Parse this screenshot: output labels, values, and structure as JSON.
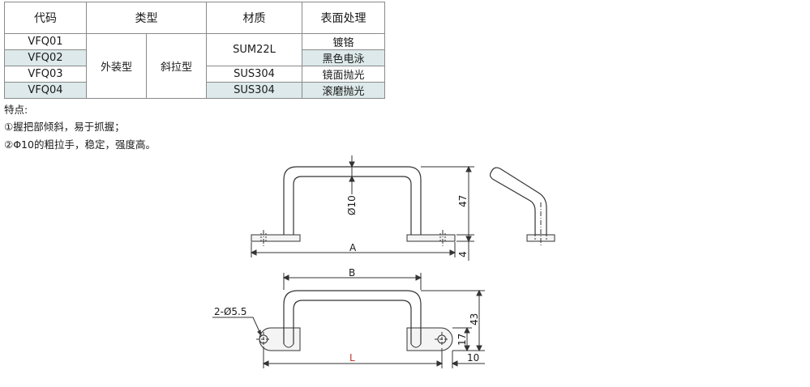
{
  "table": {
    "headers": [
      "代码",
      "类型",
      "材质",
      "表面处理"
    ],
    "codes": [
      "VFQ01",
      "VFQ02",
      "VFQ03",
      "VFQ04"
    ],
    "type_main": "外装型",
    "type_sub": "斜拉型",
    "materials": [
      "SUM22L",
      "SUS304",
      "SUS304"
    ],
    "finishes": [
      "镀铬",
      "黑色电泳",
      "镜面抛光",
      "滚磨抛光"
    ],
    "tint_color": "#dde9ea"
  },
  "features": {
    "heading": "特点:",
    "items": [
      "①握把部倾斜，易于抓握；",
      "②Φ10的粗拉手，稳定，强度高。"
    ]
  },
  "drawing": {
    "dim_diameter": "Ø10",
    "dim_height_47": "47",
    "dim_plate_4": "4",
    "dim_a": "A",
    "dim_b": "B",
    "dim_hole": "2-Ø5.5",
    "dim_height_43": "43",
    "dim_17": "17",
    "dim_10": "10",
    "dim_l": "L",
    "l_color": "#c0392b",
    "line_color": "#333333",
    "fill_color": "#f4f4f4"
  }
}
